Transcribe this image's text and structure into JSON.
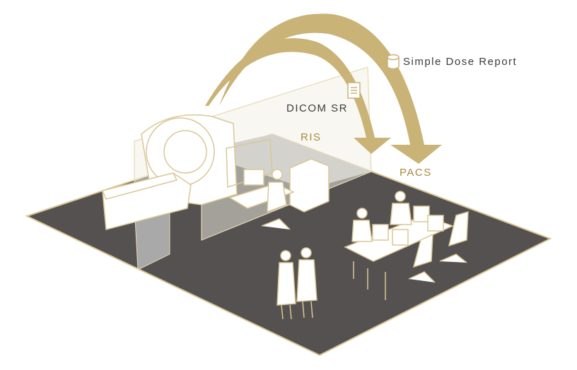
{
  "labels": {
    "simple_dose_report": "Simple Dose Report",
    "dicom_sr": "DICOM SR",
    "ris": "RIS",
    "pacs": "PACS"
  },
  "colors": {
    "gold": "#c9b377",
    "floor": "#555150",
    "room": "#b4b4b4",
    "outline": "#e6d9b4",
    "label_gold": "#a88a3e",
    "label_dark": "#3c3c3c"
  }
}
